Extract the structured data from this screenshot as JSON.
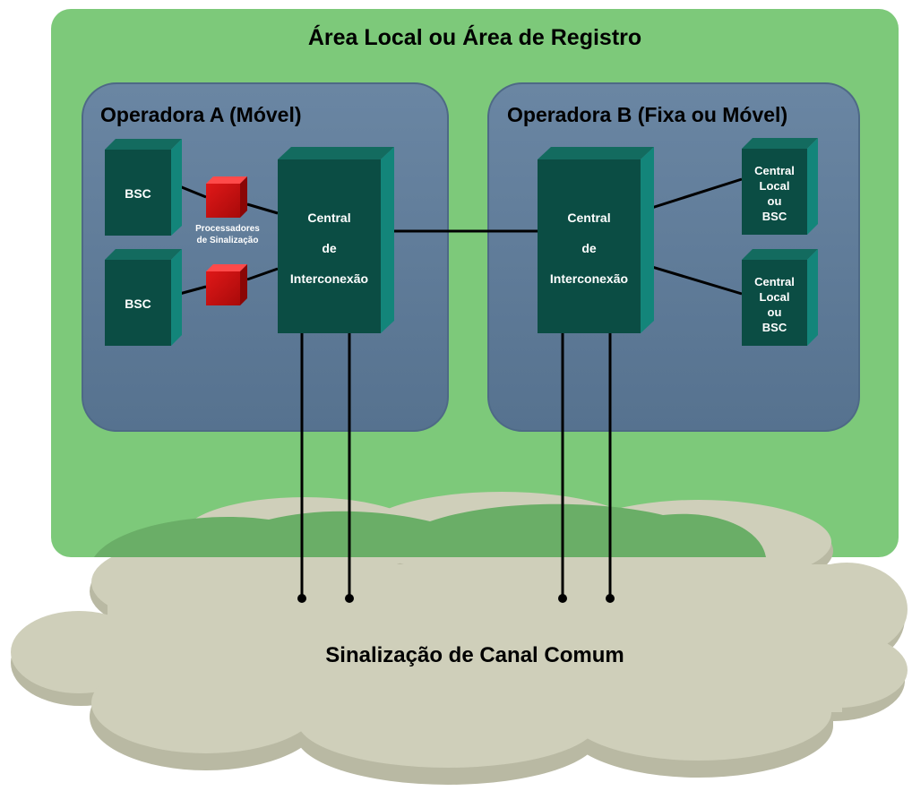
{
  "area": {
    "title": "Área Local ou Área de Registro"
  },
  "operator_a": {
    "title": "Operadora A (Móvel)",
    "bsc_top": "BSC",
    "bsc_bottom": "BSC",
    "processors_label": [
      "Processadores",
      "de Sinalização"
    ],
    "central": [
      "Central",
      "de",
      "Interconexão"
    ]
  },
  "operator_b": {
    "title": "Operadora B (Fixa ou Móvel)",
    "central": [
      "Central",
      "de",
      "Interconexão"
    ],
    "local_top": [
      "Central",
      "Local",
      "ou",
      "BSC"
    ],
    "local_bottom": [
      "Central",
      "Local",
      "ou",
      "BSC"
    ]
  },
  "cloud": {
    "label": "Sinalização de Canal Comum"
  },
  "colors": {
    "area_fill": "#7dc97a",
    "operator_fill": "#5d7a98",
    "box_front": "#0b4d44",
    "box_top": "#136b5f",
    "box_side": "#13857a",
    "processor": "#cc1111",
    "cloud": "#c8c8b2"
  }
}
